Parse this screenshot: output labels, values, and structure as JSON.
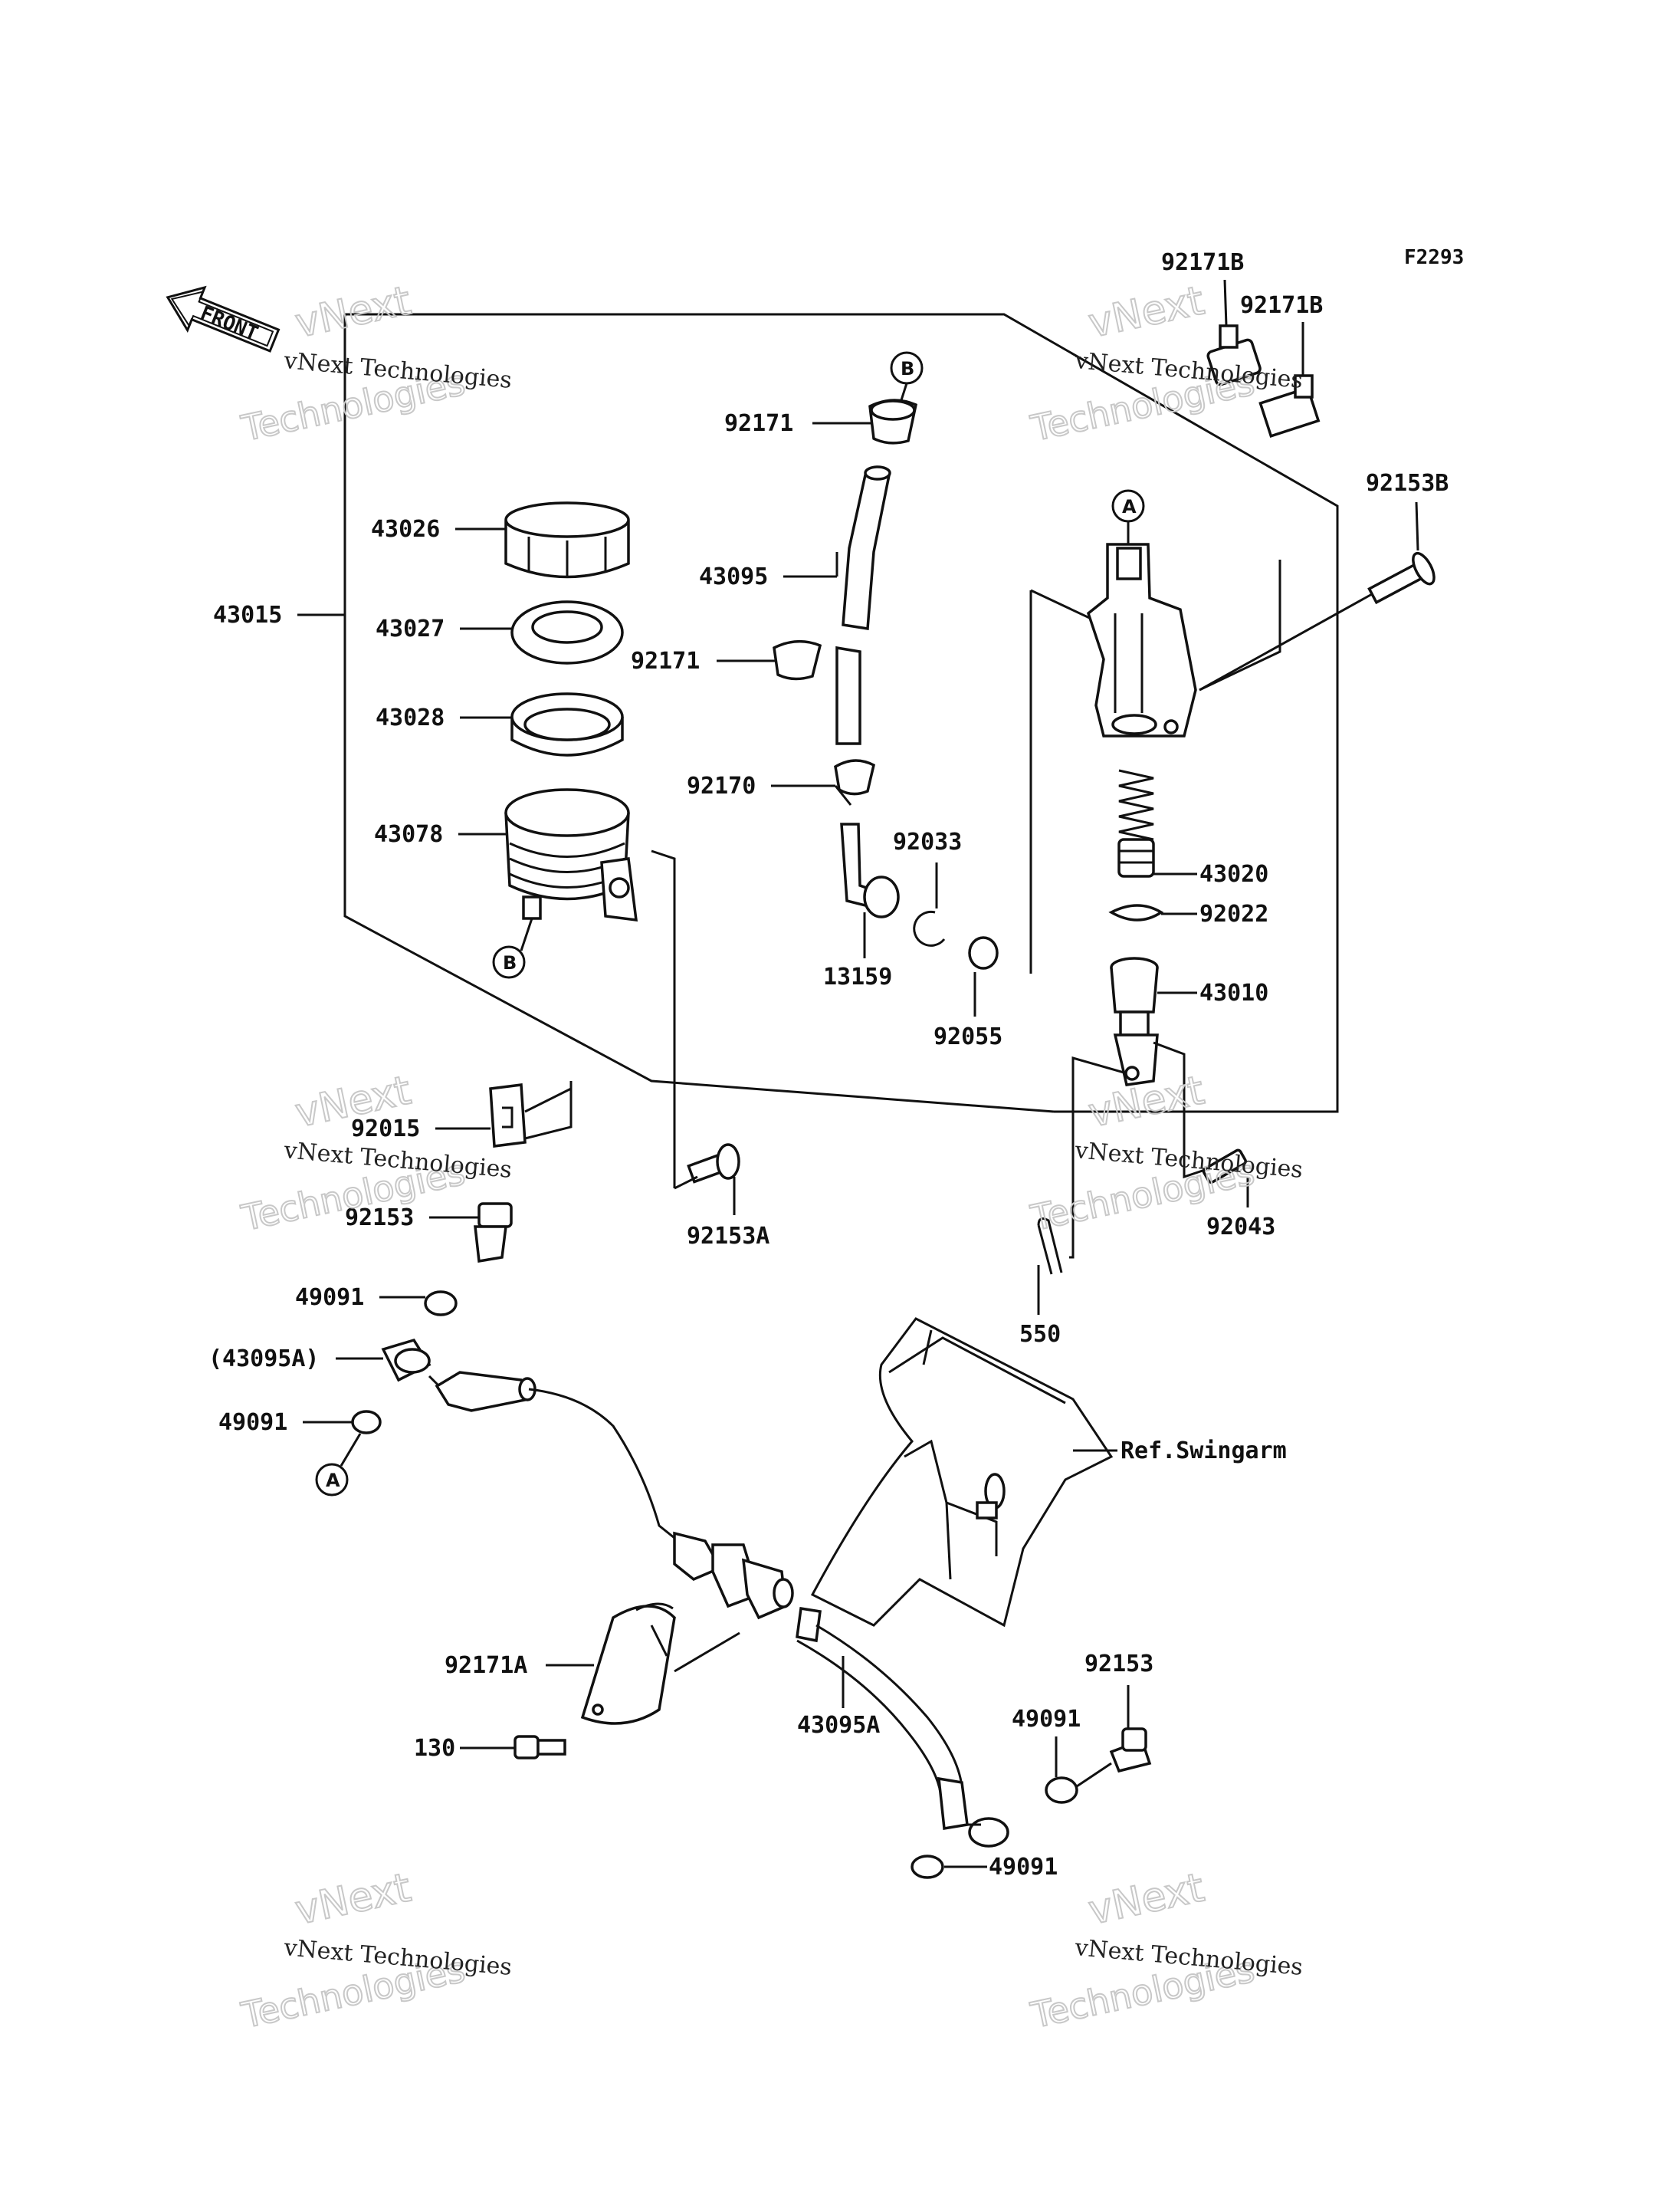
{
  "figure_code": "F2293",
  "front_label": "FRONT",
  "reference_label": "Ref.Swingarm",
  "watermark": {
    "line1": "vNext Technologies",
    "line2": "vNext",
    "line3": "Technologies"
  },
  "part_labels": {
    "p43015": "43015",
    "p43026": "43026",
    "p43027": "43027",
    "p43028": "43028",
    "p43078": "43078",
    "p92171_top": "92171",
    "p43095": "43095",
    "p92171_mid": "92171",
    "p92170": "92170",
    "p92033": "92033",
    "p13159": "13159",
    "p92055": "92055",
    "p92171B_a": "92171B",
    "p92171B_b": "92171B",
    "p92153B": "92153B",
    "p43020": "43020",
    "p92022": "92022",
    "p43010": "43010",
    "p92043": "92043",
    "p550": "550",
    "p92015": "92015",
    "p92153A": "92153A",
    "p92153_left": "92153",
    "p49091_a": "49091",
    "p43095A_paren": "(43095A)",
    "p49091_b": "49091",
    "p92171A": "92171A",
    "p130": "130",
    "p43095A": "43095A",
    "p92153_right": "92153",
    "p49091_c": "49091",
    "p49091_d": "49091"
  },
  "markers": {
    "a_upper": "A",
    "a_lower": "A",
    "b_upper": "B",
    "b_lower": "B"
  }
}
